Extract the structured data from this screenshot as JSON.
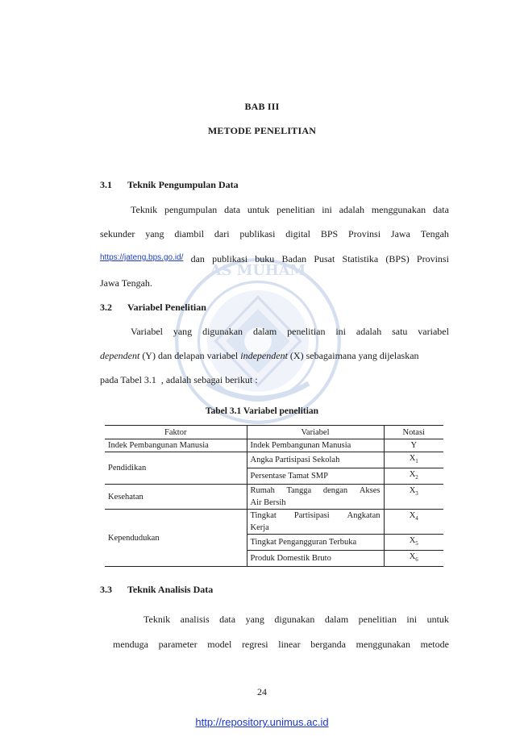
{
  "chapter": {
    "label": "BAB III",
    "title": "METODE PENELITIAN"
  },
  "section1": {
    "number": "3.1",
    "title": "Teknik Pengumpulan Data",
    "lines": [
      [
        "Teknik",
        "pengumpulan",
        "data",
        "untuk",
        "penelitian",
        "ini",
        "adalah",
        "menggunakan",
        "data"
      ],
      [
        "sekunder",
        "yang",
        "diambil",
        "dari",
        "publikasi",
        "digital",
        "BPS",
        "Provinsi",
        "Jawa",
        "Tengah"
      ]
    ],
    "link": "https://jateng.bps.go.id/",
    "line3_rest": [
      "dan",
      "publikasi",
      "buku",
      "Badan",
      "Pusat",
      "Statistika",
      "(BPS)",
      "Provinsi"
    ],
    "line4": "Jawa Tengah."
  },
  "section2": {
    "number": "3.2",
    "title": "Variabel Penelitian",
    "line1": [
      "Variabel",
      "yang",
      "digunakan",
      "dalam",
      "penelitian",
      "ini",
      "adalah",
      "satu",
      "variabel"
    ],
    "line2": {
      "em1": "dependent",
      "mid1": " (Y) dan delapan variabel ",
      "em2": "independent",
      "mid2": " (X) sebagaimana yang dijelaskan"
    },
    "line3": "pada Tabel 3.1  , adalah sebagai berikut :"
  },
  "table": {
    "caption": "Tabel 3.1 Variabel penelitian",
    "headers": [
      "Faktor",
      "Variabel",
      "Notasi"
    ],
    "rows": [
      {
        "faktor": "Indek Pembangunan Manusia",
        "variabel": "Indek Pembangunan Manusia",
        "notasi": "Y"
      },
      {
        "faktor": "Pendidikan",
        "variabel": "Angka Partisipasi Sekolah",
        "notasi": "X",
        "sub": "1"
      },
      {
        "faktor": "",
        "variabel": "Persentase Tamat SMP",
        "notasi": "X",
        "sub": "2"
      },
      {
        "faktor": "Kesehatan",
        "variabel_line1": [
          "Rumah",
          "Tangga",
          "dengan",
          "Akses"
        ],
        "variabel_line2": "Air Bersih",
        "notasi": "X",
        "sub": "3"
      },
      {
        "faktor": "Kependudukan",
        "variabel_line1": [
          "Tingkat",
          "Partisipasi",
          "Angkatan"
        ],
        "variabel_line2": "Kerja",
        "notasi": "X",
        "sub": "4"
      },
      {
        "faktor": "",
        "variabel": "Tingkat Pengangguran Terbuka",
        "notasi": "X",
        "sub": "5"
      },
      {
        "faktor": "",
        "variabel": "Produk Domestik Bruto",
        "notasi": "X",
        "sub": "6"
      }
    ]
  },
  "section3": {
    "number": "3.3",
    "title": "Teknik Analisis Data",
    "line1": [
      "Teknik",
      "analisis",
      "data",
      "yang",
      "digunakan",
      "dalam",
      "penelitian",
      "ini",
      "untuk"
    ],
    "line2": [
      "menduga",
      "parameter",
      "model",
      "regresi",
      "linear",
      "berganda",
      "menggunakan",
      "metode"
    ]
  },
  "page_number": "24",
  "footer_link": "http://repository.unimus.ac.id",
  "colors": {
    "link": "#1a37d6",
    "watermark": "#6f8fc9"
  }
}
